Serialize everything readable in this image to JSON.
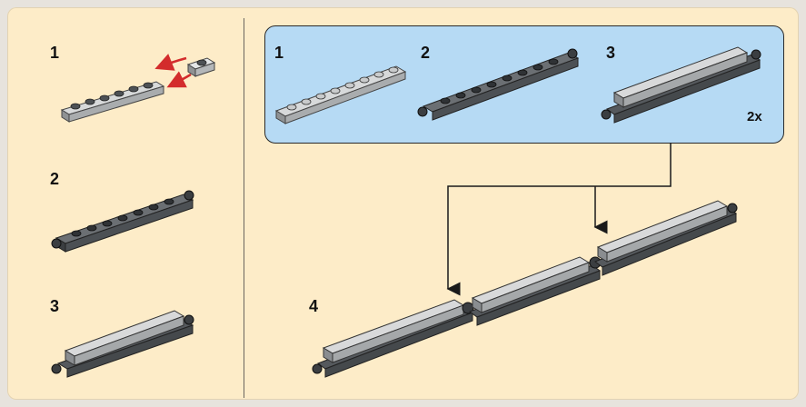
{
  "left_steps": [
    {
      "number": "1"
    },
    {
      "number": "2"
    },
    {
      "number": "3"
    }
  ],
  "sub_steps": [
    {
      "number": "1"
    },
    {
      "number": "2"
    },
    {
      "number": "3"
    }
  ],
  "multiplier": "2x",
  "final_step": {
    "number": "4"
  },
  "colors": {
    "page_background": "#fdecc8",
    "subassembly_background": "#b6daf4",
    "arrow_red": "#d32c2c",
    "plate_light": "#bfc1c2",
    "plate_dark": "#565a5e"
  }
}
